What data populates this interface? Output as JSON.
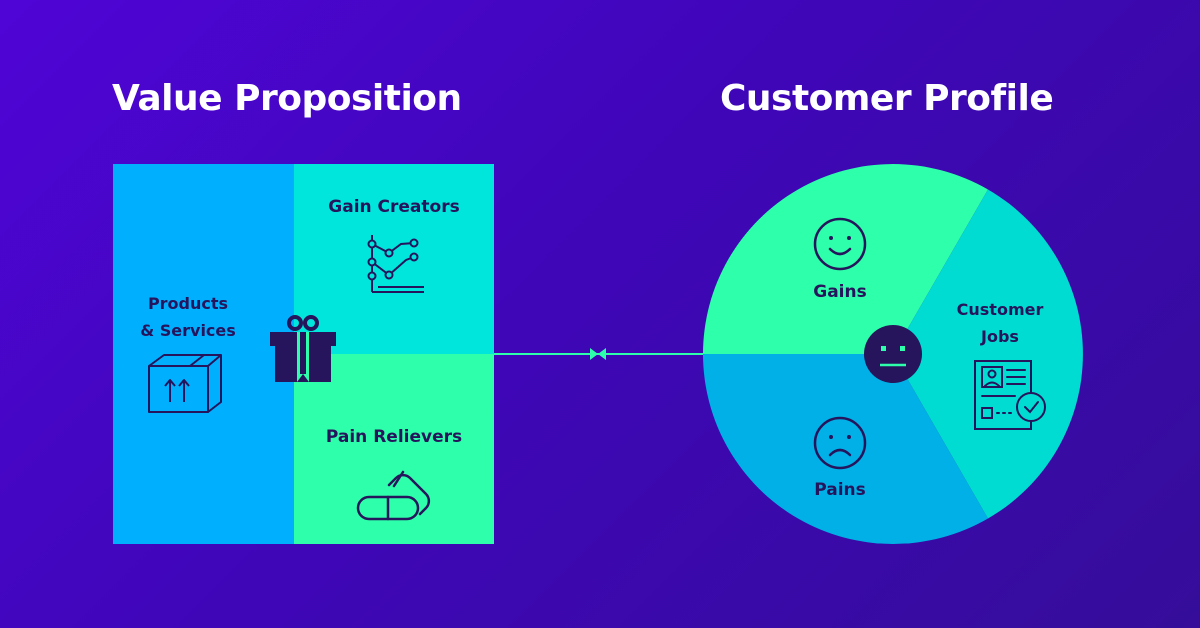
{
  "value_proposition": {
    "title": "Value Proposition",
    "products_services": "Products & Services",
    "gain_creators": "Gain Creators",
    "pain_relievers": "Pain Relievers"
  },
  "customer_profile": {
    "title": "Customer Profile",
    "gains": "Gains",
    "pains": "Pains",
    "customer_jobs": "Customer Jobs"
  },
  "colors": {
    "background": "#4a05cc",
    "products_panel": "#00b0ff",
    "gain_panel": "#00e5dc",
    "pain_panel": "#2effaa",
    "gains_slice": "#2effaa",
    "pains_slice": "#00b0e6",
    "jobs_slice": "#00dcd2",
    "icon_ink": "#26145c",
    "connector": "#2effaa"
  }
}
